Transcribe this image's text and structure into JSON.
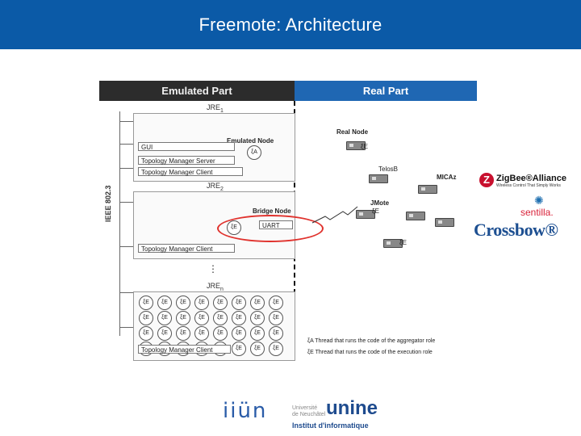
{
  "slide": {
    "title": "Freemote: Architecture"
  },
  "diagram": {
    "header_emulated": "Emulated Part",
    "header_real": "Real Part",
    "bus_label": "IEEE 802.3",
    "jre1": {
      "base": "JRE",
      "sub": "1"
    },
    "jre2": {
      "base": "JRE",
      "sub": "2"
    },
    "jren": {
      "base": "JRE",
      "sub": "n"
    },
    "ellipsis": "⋮",
    "emulated_node": "Emulated Node",
    "bridge_node": "Bridge Node",
    "gui": "GUI",
    "topology_server": "Topology Manager Server",
    "topology_client": "Topology Manager Client",
    "uart": "UART",
    "thread_agg": "ξA",
    "thread_exec": "ξE",
    "real_node": "Real Node",
    "telosb": "TelosB",
    "micaz": "MICAz",
    "jmote": "JMote",
    "legend_agg": "Thread that runs the code of the aggregator role",
    "legend_exec": "Thread that runs the code of the execution role"
  },
  "logos": {
    "zigbee_mark": "Z",
    "zigbee_name": "ZigBee®Alliance",
    "zigbee_tagline": "Wireless Control That Simply Works",
    "sentilla": "sentilla.",
    "sentilla_mark": "✺",
    "crossbow": "Crossbow®",
    "iiun": "iiün",
    "unine_small_1": "Université",
    "unine_small_2": "de Neuchâtel",
    "unine": "unine",
    "institut": "Institut d'informatique"
  },
  "colors": {
    "title_bar": "#0b5aa7",
    "emulated_header": "#2c2c2c",
    "real_header": "#1f67b3",
    "highlight": "#e0322d"
  }
}
